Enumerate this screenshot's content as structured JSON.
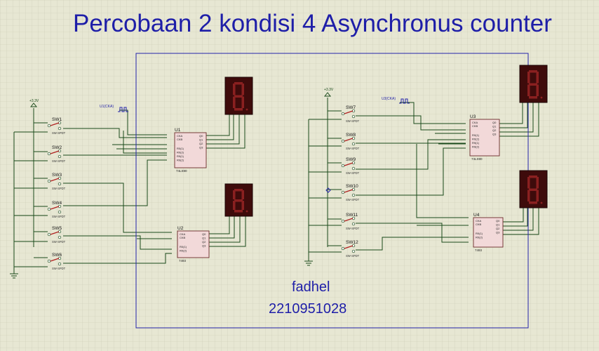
{
  "title": "Percobaan 2 kondisi 4 Asynchronus counter",
  "author": "fadhel",
  "nim": "2210951028",
  "colors": {
    "background": "#e7e7d3",
    "grid": "#c9c9b4",
    "wire": "#1a4a1a",
    "frame": "#2323a8",
    "chip_fill": "#f2d9d9",
    "chip_border": "#6b2a2a",
    "display_fill": "#3e0b0b",
    "display_segment": "#8a2020",
    "text_blue": "#1e1ea8"
  },
  "power_labels": [
    "+3.3V",
    "+3.3V"
  ],
  "clock_labels": [
    "U1(CKA)",
    "U3(CKA)"
  ],
  "switches": [
    {
      "name": "SW1",
      "type": "SW-SPDT"
    },
    {
      "name": "SW2",
      "type": "SW-SPDT"
    },
    {
      "name": "SW3",
      "type": "SW-SPDT"
    },
    {
      "name": "SW4",
      "type": "SW-SPDT"
    },
    {
      "name": "SW5",
      "type": "SW-SPDT"
    },
    {
      "name": "SW6",
      "type": "SW-SPDT"
    },
    {
      "name": "SW7",
      "type": "SW-SPDT"
    },
    {
      "name": "SW8",
      "type": "SW-SPDT"
    },
    {
      "name": "SW9",
      "type": "SW-SPDT"
    },
    {
      "name": "SW10",
      "type": "SW-SPDT"
    },
    {
      "name": "SW11",
      "type": "SW-SPDT"
    },
    {
      "name": "SW12",
      "type": "SW-SPDT"
    }
  ],
  "chips": [
    {
      "ref": "U1",
      "part": "74LS90",
      "inputs": [
        "CKA",
        "CKB",
        "R0(1)",
        "R0(2)",
        "R9(1)",
        "R9(2)"
      ],
      "outputs": [
        "Q0",
        "Q1",
        "Q2",
        "Q3"
      ]
    },
    {
      "ref": "U2",
      "part": "7493",
      "inputs": [
        "CKA",
        "CKB",
        "R0(1)",
        "R0(2)"
      ],
      "outputs": [
        "Q0",
        "Q1",
        "Q2",
        "Q3"
      ]
    },
    {
      "ref": "U3",
      "part": "74LS90",
      "inputs": [
        "CKA",
        "CKB",
        "R0(1)",
        "R0(2)",
        "R9(1)",
        "R9(2)"
      ],
      "outputs": [
        "Q0",
        "Q1",
        "Q2",
        "Q3"
      ]
    },
    {
      "ref": "U4",
      "part": "7493",
      "inputs": [
        "CKA",
        "CKB",
        "R0(1)",
        "R0(2)"
      ],
      "outputs": [
        "Q0",
        "Q1",
        "Q2",
        "Q3"
      ]
    }
  ],
  "displays": [
    {
      "name": "display-u1",
      "value": "8"
    },
    {
      "name": "display-u2",
      "value": "8"
    },
    {
      "name": "display-u3",
      "value": "8"
    },
    {
      "name": "display-u4",
      "value": "8"
    }
  ]
}
